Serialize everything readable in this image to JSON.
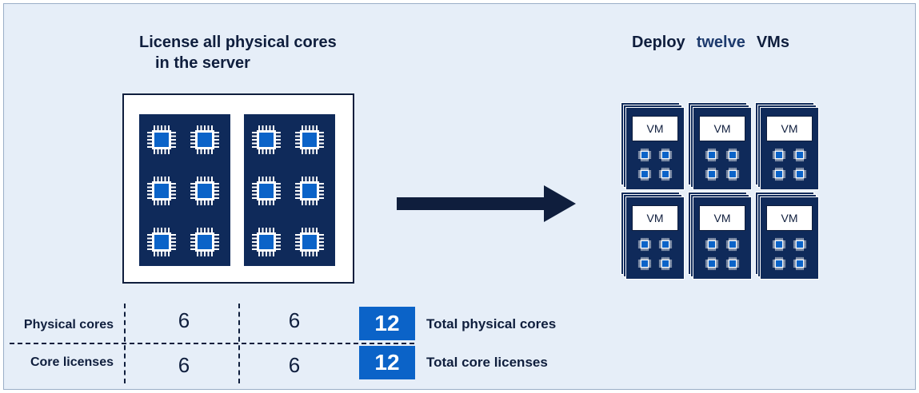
{
  "left_title": {
    "line1": "License all physical cores",
    "line2": "in the server"
  },
  "right_title": {
    "deploy": "Deploy",
    "count": "twelve",
    "vms": "VMs"
  },
  "vm_label": "VM",
  "table": {
    "rows": [
      {
        "label": "Physical cores",
        "values": [
          "6",
          "6"
        ],
        "total": "12",
        "total_label": "Total physical cores"
      },
      {
        "label": "Core licenses",
        "values": [
          "6",
          "6"
        ],
        "total": "12",
        "total_label": "Total core licenses"
      }
    ]
  },
  "colors": {
    "navy": "#0f2a5a",
    "chip_blue": "#0b63c8",
    "background": "#e6eef8"
  },
  "icons": {
    "cpu": "cpu-chip-icon",
    "arrow": "right-arrow-icon"
  }
}
